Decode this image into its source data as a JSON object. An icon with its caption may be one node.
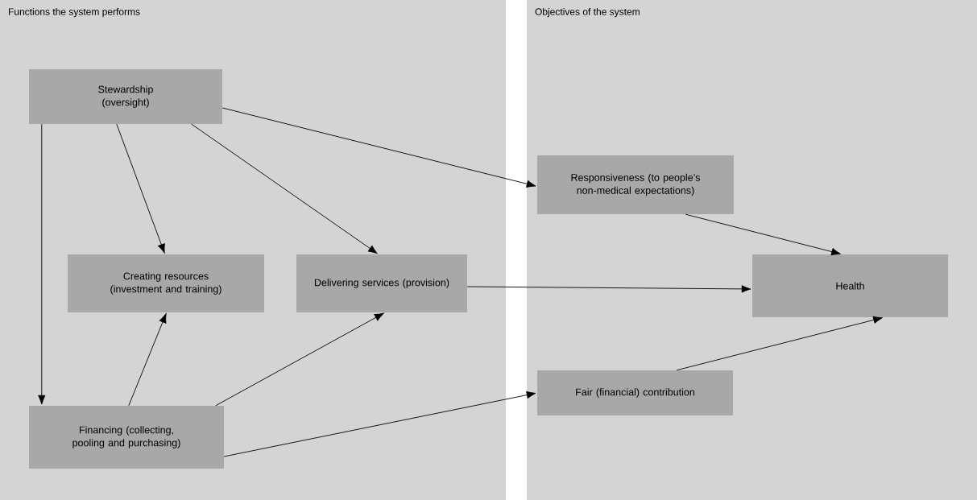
{
  "diagram": {
    "nodes": [
      {
        "text": [
          "Functions the system performs"
        ]
      },
      {
        "text": [
          "Stewardship (oversight)"
        ],
        "in": 0
      },
      {
        "text": [
          "Creating resources (investment and training)"
        ],
        "in": 0
      },
      {
        "text": [
          "Delivering services (provision)"
        ],
        "in": 0
      },
      {
        "text": [
          "Financing (collecting, pooling and purchasing)"
        ],
        "in": 0
      },
      {
        "text": [
          "Objectives of the system"
        ]
      },
      {
        "text": [
          "Responsiveness (to people’s non-medical expectations)"
        ],
        "in": 5
      },
      {
        "text": [
          "Health"
        ],
        "in": 5
      },
      {
        "text": [
          "Fair (financial) contribution"
        ],
        "in": 5
      }
    ],
    "edges": [
      {
        "from": 1,
        "to": 6,
        "arrow": "to"
      },
      {
        "from": 1,
        "to": 2,
        "arrow": "to"
      },
      {
        "from": 1,
        "to": 3,
        "arrow": "to"
      },
      {
        "from": 1,
        "to": 4,
        "arrow": "to"
      },
      {
        "from": 6,
        "to": 7,
        "arrow": "to"
      },
      {
        "from": 3,
        "to": 7,
        "arrow": "to"
      },
      {
        "from": 8,
        "to": 7,
        "arrow": "to"
      },
      {
        "from": 4,
        "to": 2,
        "arrow": "to"
      },
      {
        "from": 4,
        "to": 3,
        "arrow": "to"
      },
      {
        "from": 4,
        "to": 8,
        "arrow": "to"
      }
    ]
  }
}
